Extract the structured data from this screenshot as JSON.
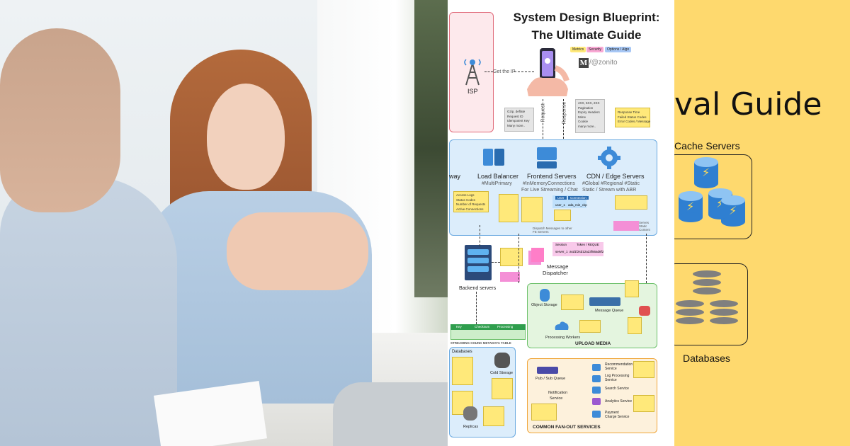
{
  "photo": {
    "description_icons": [
      "interview-photo"
    ]
  },
  "blueprint": {
    "title_line1": "System Design Blueprint:",
    "title_line2": "The Ultimate Guide",
    "legend": [
      "Metrics",
      "Security",
      "Options / Algo"
    ],
    "brand": "/@zonito",
    "isp": "ISP",
    "get_ip": "Get the IP",
    "request": "Request",
    "response": "Response",
    "request_notes": [
      "Gzip, deflate",
      "Request ID",
      "Idempotent Key",
      "Many more.."
    ],
    "response_notes": [
      "4XX, 5XX, 2XX",
      "Pagination",
      "Expiry Headers",
      "Mime",
      "Cookie",
      "many more.."
    ],
    "metric_notes": [
      "Response Time",
      "Failed Status Codes",
      "Error Codes / Message"
    ],
    "gateway": "way",
    "load_balancer": "Load Balancer",
    "load_balancer_tag": "#MultiPrimary",
    "frontend_servers": "Frontend Servers",
    "frontend_tag": "#InMemoryConnections",
    "frontend_sub": "For Live Streaming / Chat",
    "cdn": "CDN / Edge Servers",
    "cdn_tag": "#Global #Regional #Static",
    "cdn_sub": "Static / Stream with ABR",
    "access_notes": [
      "Access Logs",
      "Status Codes",
      "Number of Requests",
      "Active Connections"
    ],
    "user_table_headers": [
      "User",
      "Connection"
    ],
    "user_table_row": [
      "user_1",
      "ada_mie_ckp"
    ],
    "dispatch": "Dispatch Messages to other FE Servers",
    "serves_static": "Serves Static Content",
    "message_dispatcher_line1": "Message",
    "message_dispatcher_line2": "Dispatcher",
    "session_headers": [
      "Session",
      "Token / REQUE"
    ],
    "session_row": [
      "server_1",
      "asd1f2sd12a23f56ad8f2"
    ],
    "backend_servers": "Backend servers",
    "object_storage": "Object Storage",
    "message_queue": "Message Queue",
    "processing_workers": "Processing Workers",
    "upload_media": "UPLOAD MEDIA",
    "streaming_table_headers": [
      "Key",
      "Checksum",
      "Processing"
    ],
    "streaming_table": "STREAMING CHUNK METADATA TABLE",
    "databases": "Databases",
    "cold_storage": "Cold Storage",
    "replicas": "Replicas",
    "pub_sub_queue": "Pub / Sub Queue",
    "notification_service_line1": "Notification",
    "notification_service_line2": "Service",
    "recommendation_service": "Recommendation Service",
    "log_processing_service": "Log Processing Service",
    "search_service": "Search Service",
    "analytics_service": "Analytics Service",
    "payment_charge_service": "Payment Charge Service",
    "common_fanout": "COMMON FAN-OUT SERVICES"
  },
  "guide": {
    "heading_fragment": "val Guide",
    "cache_servers": "Cache Servers",
    "databases": "Databases"
  }
}
